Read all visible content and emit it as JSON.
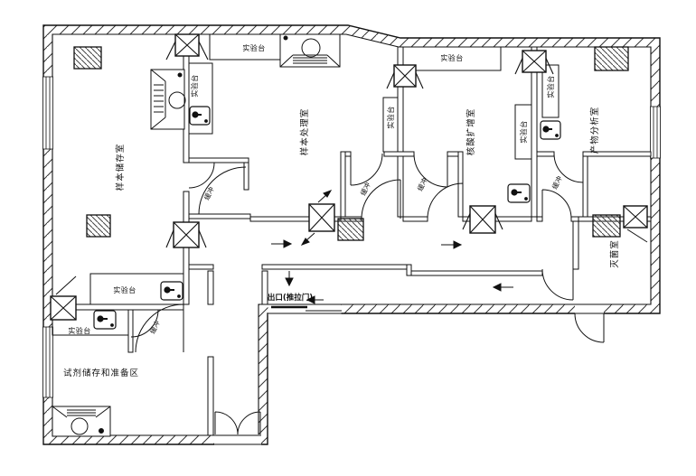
{
  "drawing": {
    "type": "laboratory-floor-plan",
    "line_color": "#111111",
    "background": "#ffffff"
  },
  "labels": {
    "rooms": [
      {
        "text": "样本储存室"
      },
      {
        "text": "样本处理室"
      },
      {
        "text": "核酸扩增室"
      },
      {
        "text": "产物分析室"
      },
      {
        "text": "灭菌室"
      },
      {
        "text": "试剂储存和准备区"
      }
    ],
    "benches": [
      {
        "text": "实验台"
      },
      {
        "text": "实验台"
      },
      {
        "text": "实验台"
      },
      {
        "text": "实验台"
      },
      {
        "text": "实验台"
      },
      {
        "text": "实验台"
      },
      {
        "text": "实验台"
      },
      {
        "text": "实验台"
      }
    ],
    "buffers": [
      {
        "text": "缓冲"
      },
      {
        "text": "缓冲"
      },
      {
        "text": "缓冲"
      },
      {
        "text": "缓冲"
      },
      {
        "text": "缓冲"
      }
    ],
    "exit": {
      "text": "出口(推拉门)"
    }
  }
}
